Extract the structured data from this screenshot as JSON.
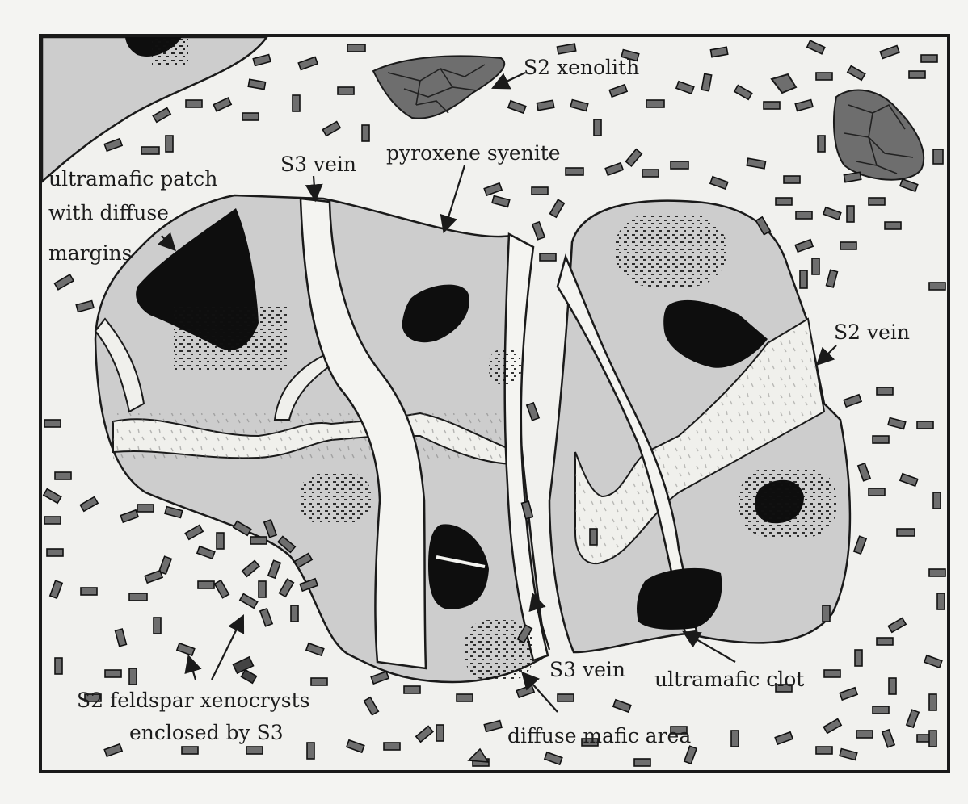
{
  "diagram": {
    "labels": {
      "s2_xenolith": "S2 xenolith",
      "pyroxene_syenite": "pyroxene syenite",
      "s3_vein_top": "S3 vein",
      "ultramafic_patch_line1": "ultramafic patch",
      "ultramafic_patch_line2": "with diffuse",
      "ultramafic_patch_line3": "margins",
      "s2_vein": "S2 vein",
      "s3_vein_bottom": "S3 vein",
      "ultramafic_clot": "ultramafic clot",
      "diffuse_mafic_area": "diffuse mafic area",
      "s2_feldspar_line1": "S2 feldspar xenocrysts",
      "s2_feldspar_line2": "enclosed by S3"
    },
    "colors": {
      "background": "#f4f4f2",
      "syenite_fill": "#cdcdcd",
      "mafic_fill": "#0e0e0e",
      "vein_fill": "#f2f2ef",
      "xenolith_fill": "#6e6e6e",
      "outline": "#1a1a1a"
    }
  }
}
